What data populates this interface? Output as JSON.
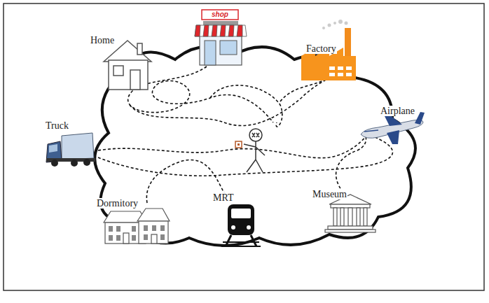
{
  "diagram": {
    "labels": [
      "Home",
      "shop",
      "Factory",
      "Airplane",
      "Museum",
      "MRT",
      "Dormitory",
      "Truck"
    ]
  }
}
